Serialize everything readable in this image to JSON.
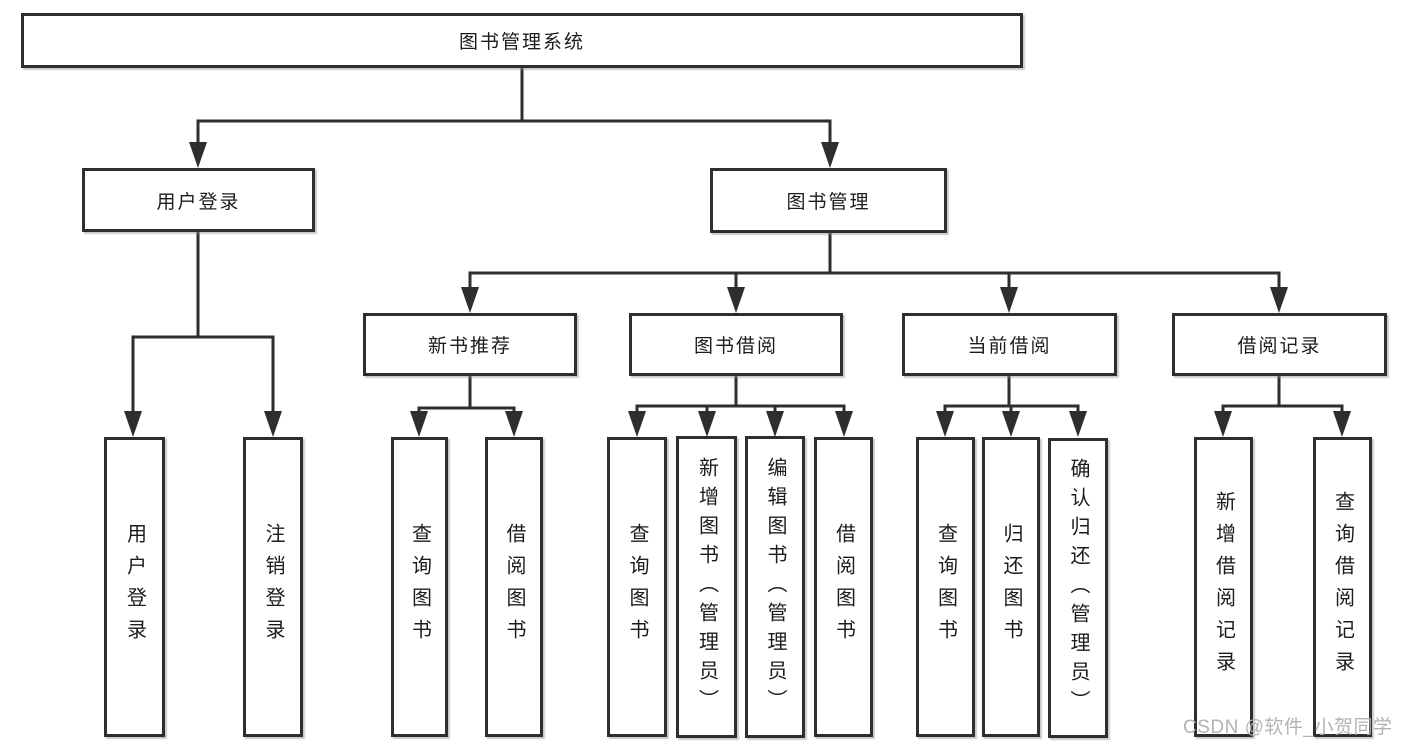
{
  "tree": {
    "root": {
      "label": "图书管理系统"
    },
    "branches": [
      {
        "label": "用户登录",
        "children": [
          {
            "label": "用户登录"
          },
          {
            "label": "注销登录"
          }
        ]
      },
      {
        "label": "图书管理",
        "children": [
          {
            "label": "新书推荐",
            "children": [
              {
                "label": "查询图书"
              },
              {
                "label": "借阅图书"
              }
            ]
          },
          {
            "label": "图书借阅",
            "children": [
              {
                "label": "查询图书"
              },
              {
                "label": "新增图书（管理员）"
              },
              {
                "label": "编辑图书（管理员）"
              },
              {
                "label": "借阅图书"
              }
            ]
          },
          {
            "label": "当前借阅",
            "children": [
              {
                "label": "查询图书"
              },
              {
                "label": "归还图书"
              },
              {
                "label": "确认归还（管理员）"
              }
            ]
          },
          {
            "label": "借阅记录",
            "children": [
              {
                "label": "新增借阅记录"
              },
              {
                "label": "查询借阅记录"
              }
            ]
          }
        ]
      }
    ]
  },
  "watermark": {
    "text": "CSDN @软件_小贺同学"
  },
  "colors": {
    "line": "#2e2e2e",
    "text": "#1c1c1c",
    "box_background": "#ffffff",
    "watermark": "#afafaf",
    "page_background": "#ffffff"
  }
}
